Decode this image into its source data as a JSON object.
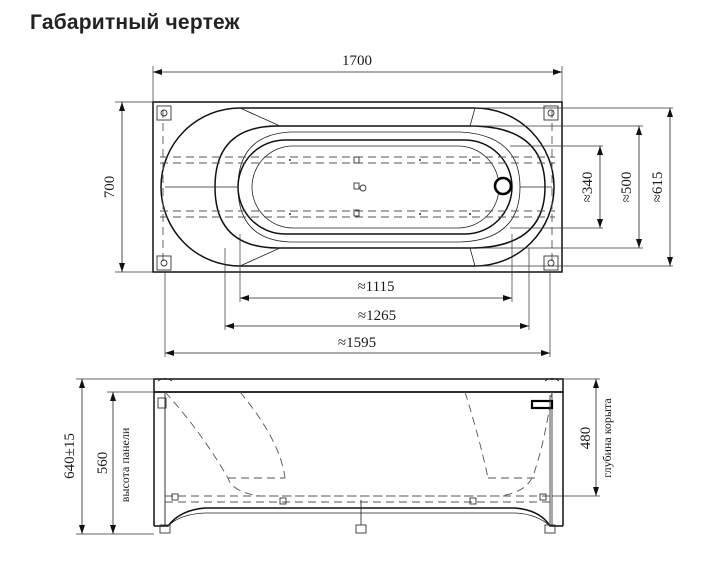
{
  "page": {
    "title": "Габаритный чертеж"
  },
  "top_view": {
    "length": "1700",
    "width": "700",
    "bowl_1115": "≈1115",
    "bowl_1265": "≈1265",
    "bowl_1595": "≈1595",
    "inner_340": "≈340",
    "inner_500": "≈500",
    "inner_615": "≈615"
  },
  "side_view": {
    "total_height": "640±15",
    "panel_height": "560",
    "panel_label": "высота панели",
    "depth": "480",
    "depth_label": "глубина корыта"
  }
}
